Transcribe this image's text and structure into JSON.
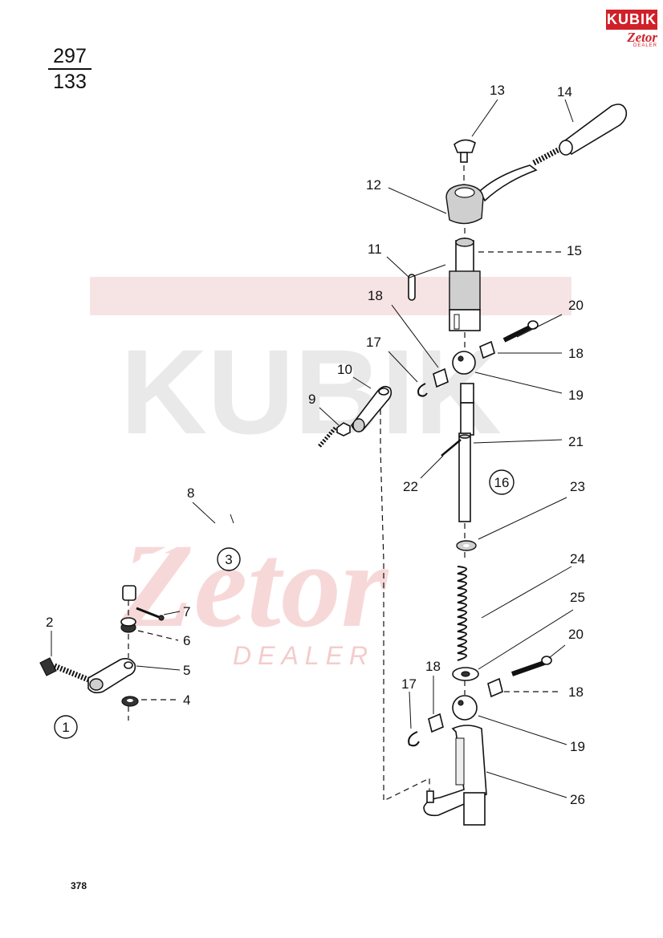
{
  "header": {
    "fraction_top": "297",
    "fraction_bottom": "133"
  },
  "logo": {
    "brand_top": "KUBIK",
    "brand_bottom": "Zetor",
    "brand_small": "DEALER"
  },
  "watermark": {
    "word1": "KUBIK",
    "word2": "Zetor",
    "word3": "DEALER"
  },
  "page_number": "378",
  "groups": [
    "1",
    "3",
    "16"
  ],
  "labels": {
    "p2": "2",
    "p4": "4",
    "p5": "5",
    "p6": "6",
    "p7": "7",
    "p8": "8",
    "p9": "9",
    "p10": "10",
    "p11": "11",
    "p12": "12",
    "p13": "13",
    "p14": "14",
    "p15": "15",
    "p17a": "17",
    "p17b": "17",
    "p18a": "18",
    "p18b": "18",
    "p18c": "18",
    "p18d": "18",
    "p19a": "19",
    "p19b": "19",
    "p20a": "20",
    "p20b": "20",
    "p21": "21",
    "p22": "22",
    "p23": "23",
    "p24": "24",
    "p25": "25",
    "p26": "26"
  },
  "colors": {
    "watermark_red": "#f2cfcf",
    "watermark_gray": "#e8e8e8",
    "logo_red": "#d0202a"
  }
}
